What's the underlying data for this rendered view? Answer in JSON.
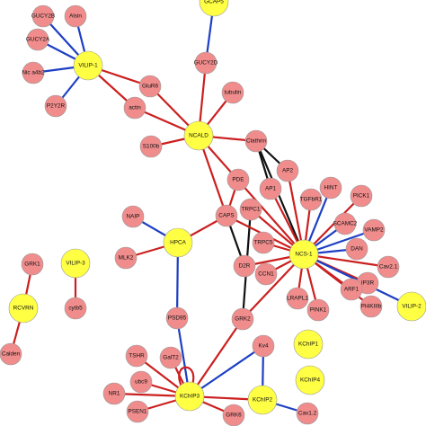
{
  "colors": {
    "hub": "#ffff44",
    "protein": "#f08c8c",
    "blue_edge": "#1d3fc4",
    "red_edge": "#cc1f1f",
    "black_edge": "#111111"
  },
  "nodes": [
    {
      "id": "GCAP5",
      "label": "GCAP5",
      "kind": "hub"
    },
    {
      "id": "VILIP1",
      "label": "VILIP-1",
      "kind": "hub"
    },
    {
      "id": "NCALD",
      "label": "NCALD",
      "kind": "hub"
    },
    {
      "id": "HPCA",
      "label": "HPCA",
      "kind": "hub"
    },
    {
      "id": "NCS1",
      "label": "NCS-1",
      "kind": "hub"
    },
    {
      "id": "VILIP3",
      "label": "VILIP-3",
      "kind": "hub"
    },
    {
      "id": "RCVRN",
      "label": "RCVRN",
      "kind": "hub"
    },
    {
      "id": "VILIP2",
      "label": "VILIP-2",
      "kind": "hub"
    },
    {
      "id": "KChIP1",
      "label": "KChIP1",
      "kind": "hub"
    },
    {
      "id": "KChIP4",
      "label": "KChIP4",
      "kind": "hub"
    },
    {
      "id": "KChIP3",
      "label": "KChIP3",
      "kind": "hub"
    },
    {
      "id": "KChIP2",
      "label": "KChIP2",
      "kind": "hub"
    },
    {
      "id": "GUCY2B",
      "label": "GUCY2B",
      "kind": "protein"
    },
    {
      "id": "Alsin",
      "label": "Alsin",
      "kind": "protein"
    },
    {
      "id": "GUCY2A",
      "label": "GUCY2A",
      "kind": "protein"
    },
    {
      "id": "Nica4b2",
      "label": "Nic a4b2",
      "kind": "protein"
    },
    {
      "id": "P2Y2R",
      "label": "P2Y2R",
      "kind": "protein"
    },
    {
      "id": "GUCY2D",
      "label": "GUCY2D",
      "kind": "protein"
    },
    {
      "id": "GluR6",
      "label": "GluR6",
      "kind": "protein"
    },
    {
      "id": "actin",
      "label": "actin",
      "kind": "protein"
    },
    {
      "id": "tubulin",
      "label": "tubulin",
      "kind": "protein"
    },
    {
      "id": "S100b",
      "label": "S100b",
      "kind": "protein"
    },
    {
      "id": "Clathrin",
      "label": "Clathrin",
      "kind": "protein"
    },
    {
      "id": "PDE",
      "label": "PDE",
      "kind": "protein"
    },
    {
      "id": "AP2",
      "label": "AP2",
      "kind": "protein"
    },
    {
      "id": "AP1",
      "label": "AP1",
      "kind": "protein"
    },
    {
      "id": "HINT",
      "label": "HINT",
      "kind": "protein"
    },
    {
      "id": "TGFbR1",
      "label": "TGFbR1",
      "kind": "protein"
    },
    {
      "id": "PICK1",
      "label": "PICK1",
      "kind": "protein"
    },
    {
      "id": "NAIP",
      "label": "NAIP",
      "kind": "protein"
    },
    {
      "id": "TRPC1",
      "label": "TRPC1",
      "kind": "protein"
    },
    {
      "id": "CAPS",
      "label": "CAPS",
      "kind": "protein"
    },
    {
      "id": "SCAMC2",
      "label": "SCAMC2",
      "kind": "protein"
    },
    {
      "id": "VAMP2",
      "label": "VAMP2",
      "kind": "protein"
    },
    {
      "id": "TRPC5",
      "label": "TRPC5",
      "kind": "protein"
    },
    {
      "id": "DAN",
      "label": "DAN",
      "kind": "protein"
    },
    {
      "id": "MLK2",
      "label": "MLK2",
      "kind": "protein"
    },
    {
      "id": "D2R",
      "label": "D2R",
      "kind": "protein"
    },
    {
      "id": "CCN1",
      "label": "CCN1",
      "kind": "protein"
    },
    {
      "id": "GRK1",
      "label": "GRK1",
      "kind": "protein"
    },
    {
      "id": "Cav21",
      "label": "Cav2.1",
      "kind": "protein"
    },
    {
      "id": "IP3R",
      "label": "IP3R",
      "kind": "protein"
    },
    {
      "id": "ARF1",
      "label": "ARF1",
      "kind": "protein"
    },
    {
      "id": "LRAPL1",
      "label": "LRAPL1",
      "kind": "protein"
    },
    {
      "id": "PI4KIIIb",
      "label": "PI4KIIIb",
      "kind": "protein"
    },
    {
      "id": "PINK1",
      "label": "PINK1",
      "kind": "protein"
    },
    {
      "id": "cytb5",
      "label": "cytb5",
      "kind": "protein"
    },
    {
      "id": "PSD95",
      "label": "PSD95",
      "kind": "protein"
    },
    {
      "id": "GRK2",
      "label": "GRK2",
      "kind": "protein"
    },
    {
      "id": "Calden",
      "label": "Calden",
      "kind": "protein"
    },
    {
      "id": "Kv4",
      "label": "Kv4",
      "kind": "protein"
    },
    {
      "id": "TSHR",
      "label": "TSHR",
      "kind": "protein"
    },
    {
      "id": "GalT2",
      "label": "GalT2",
      "kind": "protein"
    },
    {
      "id": "ubc9",
      "label": "ubc9",
      "kind": "protein"
    },
    {
      "id": "NR1",
      "label": "NR1",
      "kind": "protein"
    },
    {
      "id": "PSEN1",
      "label": "PSEN1",
      "kind": "protein"
    },
    {
      "id": "GRK6",
      "label": "GRK6",
      "kind": "protein"
    },
    {
      "id": "Cav12",
      "label": "Cav1.2",
      "kind": "protein"
    }
  ],
  "edges": [
    {
      "source": "GCAP5",
      "target": "GUCY2D",
      "color": "blue"
    },
    {
      "source": "VILIP1",
      "target": "GUCY2B",
      "color": "blue"
    },
    {
      "source": "VILIP1",
      "target": "Alsin",
      "color": "blue"
    },
    {
      "source": "VILIP1",
      "target": "GUCY2A",
      "color": "blue"
    },
    {
      "source": "VILIP1",
      "target": "Nica4b2",
      "color": "blue"
    },
    {
      "source": "VILIP1",
      "target": "P2Y2R",
      "color": "blue"
    },
    {
      "source": "VILIP1",
      "target": "GluR6",
      "color": "red"
    },
    {
      "source": "VILIP1",
      "target": "actin",
      "color": "red"
    },
    {
      "source": "NCALD",
      "target": "GUCY2D",
      "color": "red"
    },
    {
      "source": "NCALD",
      "target": "GluR6",
      "color": "red"
    },
    {
      "source": "NCALD",
      "target": "actin",
      "color": "red"
    },
    {
      "source": "NCALD",
      "target": "tubulin",
      "color": "red"
    },
    {
      "source": "NCALD",
      "target": "S100b",
      "color": "red"
    },
    {
      "source": "NCALD",
      "target": "Clathrin",
      "color": "red"
    },
    {
      "source": "NCALD",
      "target": "CAPS",
      "color": "red"
    },
    {
      "source": "NCALD",
      "target": "NCS1",
      "color": "red"
    },
    {
      "source": "Clathrin",
      "target": "AP2",
      "color": "black"
    },
    {
      "source": "Clathrin",
      "target": "AP1",
      "color": "black"
    },
    {
      "source": "Clathrin",
      "target": "NCS1",
      "color": "black"
    },
    {
      "source": "PDE",
      "target": "CAPS",
      "color": "red"
    },
    {
      "source": "HPCA",
      "target": "NAIP",
      "color": "blue"
    },
    {
      "source": "HPCA",
      "target": "MLK2",
      "color": "red"
    },
    {
      "source": "HPCA",
      "target": "CAPS",
      "color": "red"
    },
    {
      "source": "HPCA",
      "target": "PSD95",
      "color": "blue"
    },
    {
      "source": "CAPS",
      "target": "D2R",
      "color": "black"
    },
    {
      "source": "TRPC1",
      "target": "GRK2",
      "color": "black"
    },
    {
      "source": "NCS1",
      "target": "AP2",
      "color": "red"
    },
    {
      "source": "NCS1",
      "target": "AP1",
      "color": "red"
    },
    {
      "source": "NCS1",
      "target": "HINT",
      "color": "blue"
    },
    {
      "source": "NCS1",
      "target": "TGFbR1",
      "color": "red"
    },
    {
      "source": "NCS1",
      "target": "PICK1",
      "color": "red"
    },
    {
      "source": "NCS1",
      "target": "TRPC1",
      "color": "red"
    },
    {
      "source": "NCS1",
      "target": "CAPS",
      "color": "red"
    },
    {
      "source": "NCS1",
      "target": "SCAMC2",
      "color": "blue"
    },
    {
      "source": "NCS1",
      "target": "VAMP2",
      "color": "blue"
    },
    {
      "source": "NCS1",
      "target": "TRPC5",
      "color": "red"
    },
    {
      "source": "NCS1",
      "target": "DAN",
      "color": "blue"
    },
    {
      "source": "NCS1",
      "target": "D2R",
      "color": "red"
    },
    {
      "source": "NCS1",
      "target": "CCN1",
      "color": "red"
    },
    {
      "source": "NCS1",
      "target": "Cav21",
      "color": "red"
    },
    {
      "source": "NCS1",
      "target": "IP3R",
      "color": "red"
    },
    {
      "source": "NCS1",
      "target": "ARF1",
      "color": "red"
    },
    {
      "source": "NCS1",
      "target": "LRAPL1",
      "color": "red"
    },
    {
      "source": "NCS1",
      "target": "PI4KIIIb",
      "color": "red"
    },
    {
      "source": "NCS1",
      "target": "PINK1",
      "color": "red"
    },
    {
      "source": "NCS1",
      "target": "GRK2",
      "color": "red"
    },
    {
      "source": "NCS1",
      "target": "VILIP2",
      "color": "blue"
    },
    {
      "source": "GRK1",
      "target": "RCVRN",
      "color": "red"
    },
    {
      "source": "RCVRN",
      "target": "Calden",
      "color": "red"
    },
    {
      "source": "VILIP3",
      "target": "cytb5",
      "color": "red"
    },
    {
      "source": "PSD95",
      "target": "KChIP3",
      "color": "blue"
    },
    {
      "source": "GRK2",
      "target": "KChIP3",
      "color": "red"
    },
    {
      "source": "Kv4",
      "target": "KChIP3",
      "color": "blue"
    },
    {
      "source": "Kv4",
      "target": "KChIP2",
      "color": "blue"
    },
    {
      "source": "KChIP3",
      "target": "TSHR",
      "color": "red"
    },
    {
      "source": "KChIP3",
      "target": "GalT2",
      "color": "red"
    },
    {
      "source": "KChIP3",
      "target": "ubc9",
      "color": "red"
    },
    {
      "source": "KChIP3",
      "target": "NR1",
      "color": "red"
    },
    {
      "source": "KChIP3",
      "target": "PSEN1",
      "color": "red"
    },
    {
      "source": "KChIP3",
      "target": "GRK6",
      "color": "red"
    },
    {
      "source": "KChIP3",
      "target": "KChIP2",
      "color": "red"
    },
    {
      "source": "KChIP2",
      "target": "Cav12",
      "color": "blue"
    }
  ]
}
